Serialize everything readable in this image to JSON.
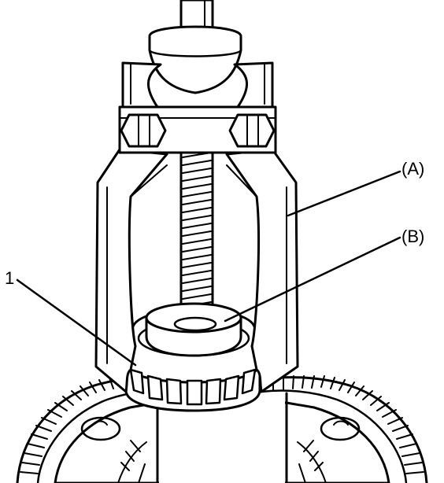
{
  "labels": {
    "tool_a": "(A)",
    "tool_b": "(B)",
    "part_1": "1"
  },
  "colors": {
    "line": "#000000",
    "fill": "#ffffff"
  }
}
